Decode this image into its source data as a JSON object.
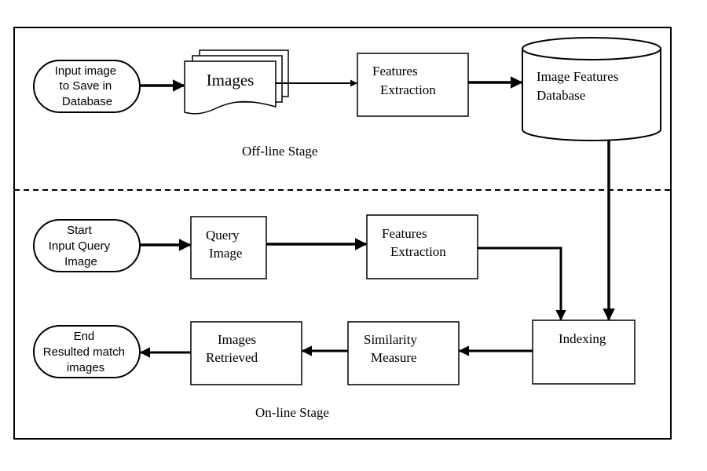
{
  "offline": {
    "input_lines": [
      "Input image",
      "to Save in",
      "Database"
    ],
    "images_label": "Images",
    "features_lines": [
      "Features",
      "Extraction"
    ],
    "database_lines": [
      "Image Features",
      "Database"
    ],
    "stage_label": "Off-line Stage"
  },
  "online": {
    "start_lines": [
      "Start",
      "Input Query",
      "Image"
    ],
    "query_lines": [
      "Query",
      "Image"
    ],
    "features_lines": [
      "Features",
      "Extraction"
    ],
    "indexing_label": "Indexing",
    "similarity_lines": [
      "Similarity",
      "Measure"
    ],
    "retrieved_lines": [
      "Images",
      "Retrieved"
    ],
    "end_lines": [
      "End",
      "Resulted match",
      "images"
    ],
    "stage_label": "On-line  Stage"
  }
}
